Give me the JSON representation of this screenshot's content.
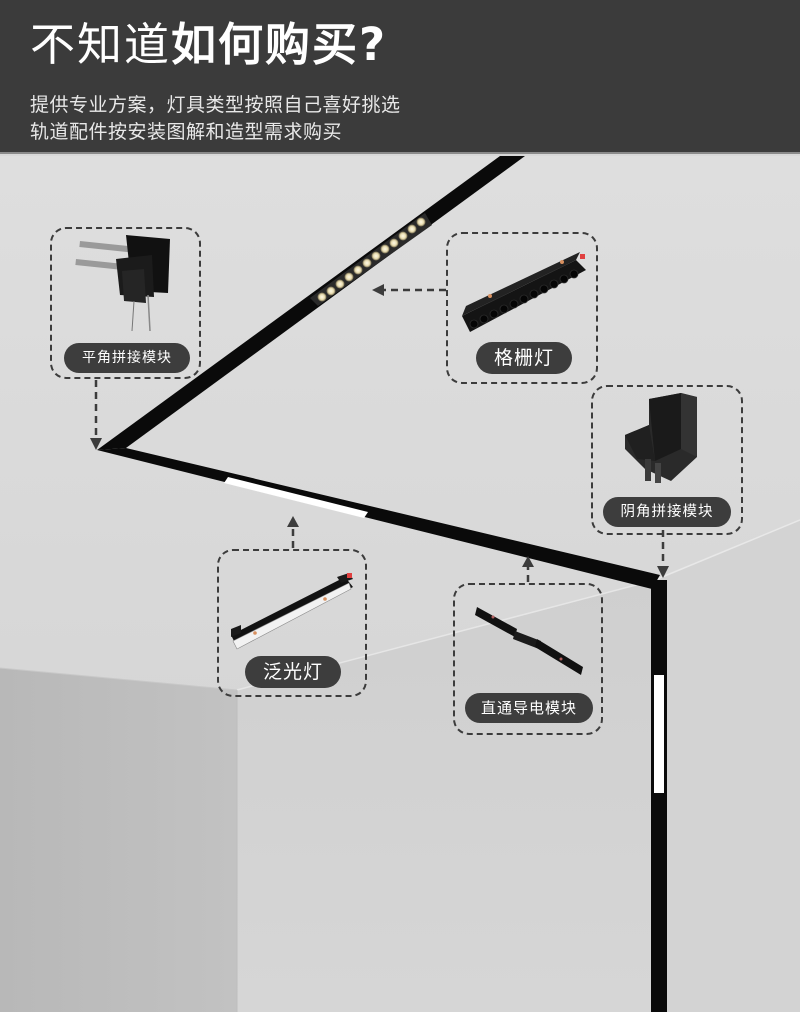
{
  "header": {
    "title_light": "不知道",
    "title_bold": "如何购买?",
    "subtitle_lines": [
      "提供专业方案，灯具类型按照自己喜好挑选",
      "轨道配件按安装图解和造型需求购买"
    ]
  },
  "products": [
    {
      "id": "flat-corner-module",
      "label": "平角拼接模块",
      "icon": "flat-corner-connector-icon"
    },
    {
      "id": "grille-light",
      "label": "格栅灯",
      "icon": "grille-light-icon"
    },
    {
      "id": "inner-corner-module",
      "label": "阴角拼接模块",
      "icon": "inner-corner-connector-icon"
    },
    {
      "id": "flood-light",
      "label": "泛光灯",
      "icon": "flood-light-icon"
    },
    {
      "id": "straight-connector-module",
      "label": "直通导电模块",
      "icon": "straight-connector-icon"
    }
  ],
  "colors": {
    "header_bg": "#3b3b3b",
    "ceiling": "#dcdcdc",
    "track": "#0a0a0a",
    "pill_bg": "#3d3d3d",
    "dash": "#3c3c3c"
  }
}
